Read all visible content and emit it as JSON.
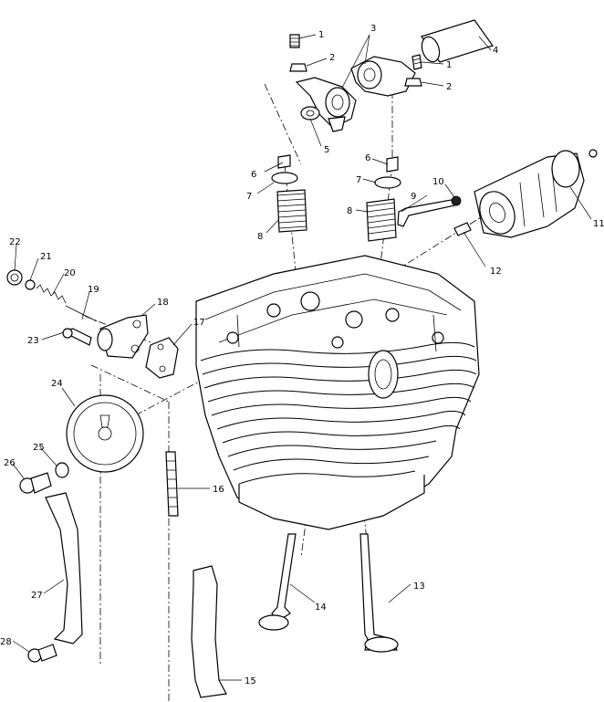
{
  "callouts": {
    "p1": "1",
    "p1b": "1",
    "p2": "2",
    "p2b": "2",
    "p3": "3",
    "p4": "4",
    "p5": "5",
    "p6": "6",
    "p6b": "6",
    "p7": "7",
    "p7b": "7",
    "p8": "8",
    "p8b": "8",
    "p9": "9",
    "p10": "10",
    "p11": "11",
    "p12": "12",
    "p13": "13",
    "p14": "14",
    "p15": "15",
    "p16": "16",
    "p17": "17",
    "p18": "18",
    "p19": "19",
    "p20": "20",
    "p21": "21",
    "p22": "22",
    "p23": "23",
    "p24": "24",
    "p25": "25",
    "p26": "26",
    "p27": "27",
    "p28": "28"
  }
}
